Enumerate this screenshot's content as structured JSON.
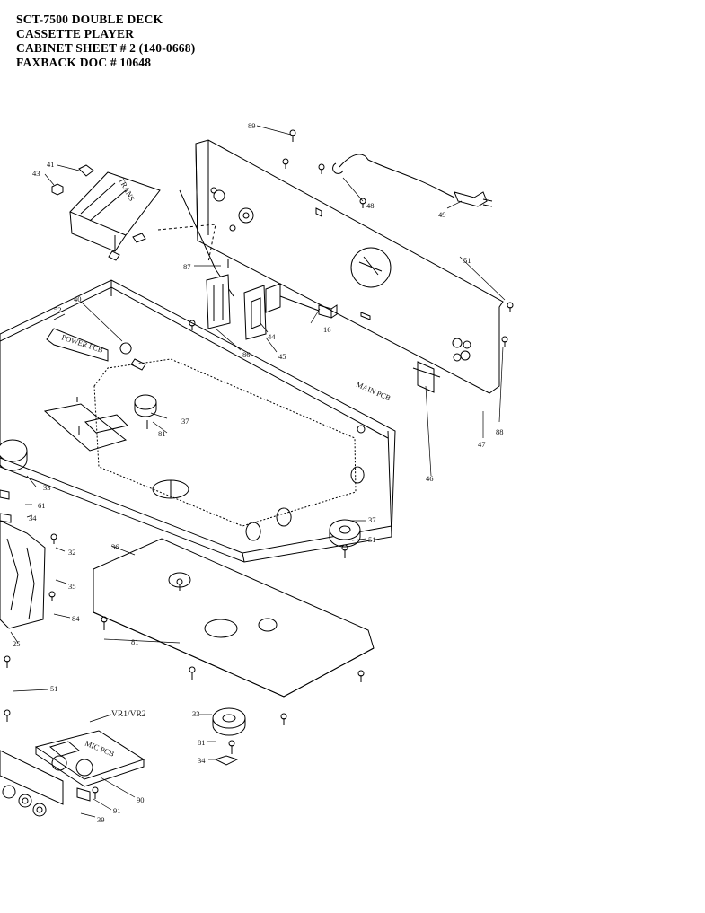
{
  "header": {
    "line1": "SCT-7500  DOUBLE DECK",
    "line2": "CASSETTE PLAYER",
    "line3": "CABINET SHEET # 2  (140-0668)",
    "line4": "FAXBACK DOC # 10648"
  },
  "board_labels": {
    "main_pcb": "MAIN PCB",
    "power_pcb": "POWER PCB",
    "trans": "TRANS",
    "vr": "VR1/VR2",
    "mic_pcb": "MIC PCB"
  },
  "callouts": {
    "c89": "89",
    "c41": "41",
    "c43": "43",
    "c48": "48",
    "c49": "49",
    "c51a": "51",
    "c87": "87",
    "c52": "52",
    "c40": "40",
    "c44": "44",
    "c16": "16",
    "c86": "86",
    "c45": "45",
    "c37a": "37",
    "c81a": "81",
    "c88": "88",
    "c47": "47",
    "c46": "46",
    "c33a": "33",
    "c61": "61",
    "c34a": "34",
    "c32": "32",
    "c35": "35",
    "c36": "36",
    "c37b": "37",
    "c51b": "51",
    "c84": "84",
    "c25": "25",
    "c81b": "81",
    "c51c": "51",
    "c33b": "33",
    "c81c": "81",
    "c34b": "34",
    "c90": "90",
    "c91": "91",
    "c39": "39"
  }
}
